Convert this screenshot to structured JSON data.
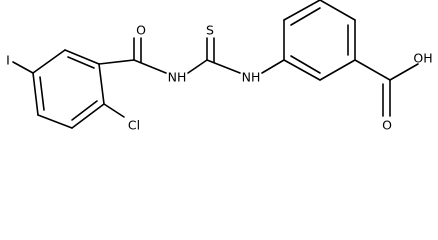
{
  "atoms": {
    "iodine": "I",
    "chlorine": "Cl",
    "carbonyl_oxygen": "O",
    "sulfur": "S",
    "amide_nh": "NH",
    "thioamide_nh": "NH",
    "acid_group": "OH",
    "acid_oxygen": "O"
  }
}
